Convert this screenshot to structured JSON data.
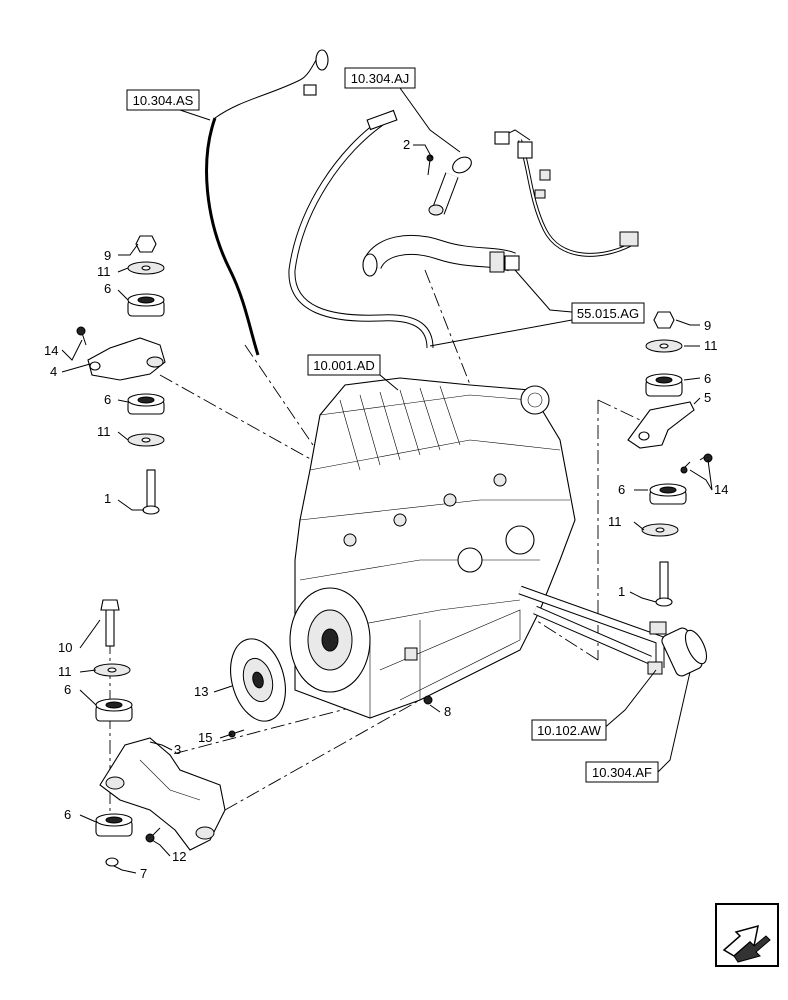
{
  "reference_labels": {
    "r_10_304_as": "10.304.AS",
    "r_10_304_aj": "10.304.AJ",
    "r_55_015_ag": "55.015.AG",
    "r_10_001_ad": "10.001.AD",
    "r_10_102_aw": "10.102.AW",
    "r_10_304_af": "10.304.AF"
  },
  "callouts": {
    "c2": "2",
    "c9_left": "9",
    "c11_left_top": "11",
    "c6_left_top": "6",
    "c14_left": "14",
    "c4": "4",
    "c6_left_mid": "6",
    "c11_left_mid": "11",
    "c1_left": "1",
    "c9_right": "9",
    "c11_right_top": "11",
    "c6_right_top": "6",
    "c5": "5",
    "c14_right": "14",
    "c6_right_mid": "6",
    "c11_right_mid": "11",
    "c1_right": "1",
    "c10": "10",
    "c11_lower": "11",
    "c6_lower": "6",
    "c13": "13",
    "c15": "15",
    "c3": "3",
    "c8": "8",
    "c6_bottom": "6",
    "c12": "12",
    "c7": "7"
  },
  "icons": {
    "nav_arrow": "next-page-arrow-icon"
  }
}
